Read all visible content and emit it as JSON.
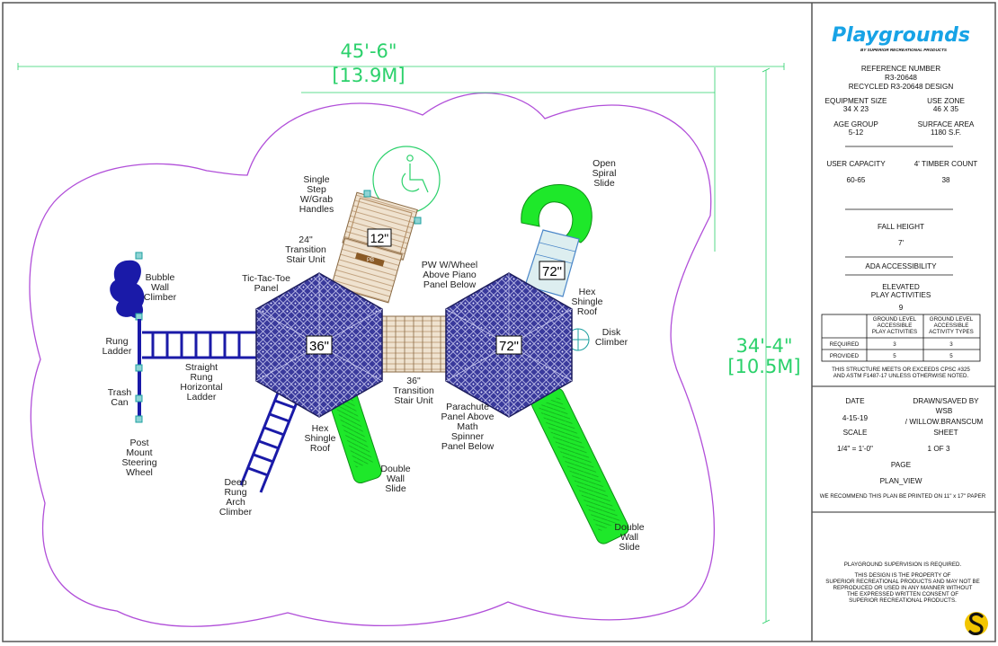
{
  "dimensions": {
    "width_ft": "45'-6\"",
    "width_m": "[13.9M]",
    "depth_ft": "34'-4\"",
    "depth_m": "[10.5M]"
  },
  "components": {
    "bubble_wall_climber": "Bubble\nWall\nClimber",
    "rung_ladder": "Rung\nLadder",
    "straight_rung_ladder": "Straight\nRung\nHorizontal\nLadder",
    "trash_can": "Trash\nCan",
    "steering_wheel": "Post\nMount\nSteering\nWheel",
    "deep_rung_arch": "Deep\nRung\nArch\nClimber",
    "tic_tac_toe": "Tic-Tac-Toe\nPanel",
    "single_step": "Single\nStep\nW/Grab\nHandles",
    "transition_24": "24\"\nTransition\nStair Unit",
    "pw_wheel": "PW W/Wheel\nAbove Piano\nPanel Below",
    "transition_36": "36\"\nTransition\nStair Unit",
    "parachute_panel": "Parachute\nPanel Above\nMath\nSpinner\nPanel Below",
    "hex_roof_left": "Hex\nShingle\nRoof",
    "hex_roof_right": "Hex\nShingle\nRoof",
    "double_slide_left": "Double\nWall\nSlide",
    "double_slide_right": "Double\nWall\nSlide",
    "open_spiral": "Open\nSpiral\nSlide",
    "disk_climber": "Disk\nClimber"
  },
  "deck_heights": {
    "left_deck": "36\"",
    "right_deck": "72\"",
    "step_12": "12\"",
    "spiral_72": "72\"",
    "pb_tag": "PB"
  },
  "title_block": {
    "logo": "Playgrounds",
    "logo_tagline": "BY SUPERIOR RECREATIONAL PRODUCTS",
    "reference_label": "REFERENCE NUMBER",
    "reference_number": "R3-20648",
    "recycled_design": "RECYCLED R3-20648 DESIGN",
    "equipment_size_label": "EQUIPMENT SIZE",
    "equipment_size": "34 X 23",
    "use_zone_label": "USE ZONE",
    "use_zone": "46 X 35",
    "age_group_label": "AGE GROUP",
    "age_group": "5-12",
    "surface_area_label": "SURFACE AREA",
    "surface_area": "1180 S.F.",
    "user_capacity_label": "USER CAPACITY",
    "user_capacity": "60-65",
    "timber_count_label": "4' TIMBER COUNT",
    "timber_count": "38",
    "fall_height_label": "FALL HEIGHT",
    "fall_height": "7'",
    "ada_label": "ADA ACCESSIBILITY",
    "elevated_label": "ELEVATED\nPLAY ACTIVITIES",
    "elevated_value": "9",
    "table_headers": [
      "GROUND LEVEL\nACCESSIBLE\nPLAY ACTIVITIES",
      "GROUND LEVEL\nACCESSIBLE\nACTIVITY TYPES"
    ],
    "table_rows": [
      {
        "label": "REQUIRED",
        "values": [
          "3",
          "3"
        ]
      },
      {
        "label": "PROVIDED",
        "values": [
          "5",
          "5"
        ]
      }
    ],
    "cpsc_note": "THIS STRUCTURE MEETS OR EXCEEDS CPSC #325\nAND ASTM F1487-17 UNLESS OTHERWISE NOTED.",
    "date_label": "DATE",
    "date": "4-15-19",
    "drawn_label": "DRAWN/SAVED BY",
    "drawn_by": "WSB\n/ WILLOW.BRANSCUM",
    "scale_label": "SCALE",
    "scale": "1/4\" = 1'-0\"",
    "sheet_label": "SHEET",
    "sheet": "1  OF   3",
    "page_label": "PAGE",
    "page": "PLAN_VIEW",
    "print_note": "WE RECOMMEND THIS PLAN BE PRINTED ON 11\" x 17\" PAPER",
    "supervision": "PLAYGROUND SUPERVISION IS REQUIRED.",
    "property_note": "THIS DESIGN IS THE PROPERTY OF\nSUPERIOR RECREATIONAL PRODUCTS AND MAY NOT BE\nREPRODUCED OR USED IN ANY MANNER WITHOUT\nTHE EXPRESSED WRITTEN CONSENT OF\nSUPERIOR RECREATIONAL PRODUCTS."
  },
  "colors": {
    "use_zone_outline": "#b14fd9",
    "dimension": "#2bd16b",
    "deck_blue": "#2f2f8f",
    "bright_green": "#1ee82a",
    "climber_blue": "#1a1aa8",
    "logo_blue": "#17a3e6",
    "wood": "#c9a47a"
  }
}
